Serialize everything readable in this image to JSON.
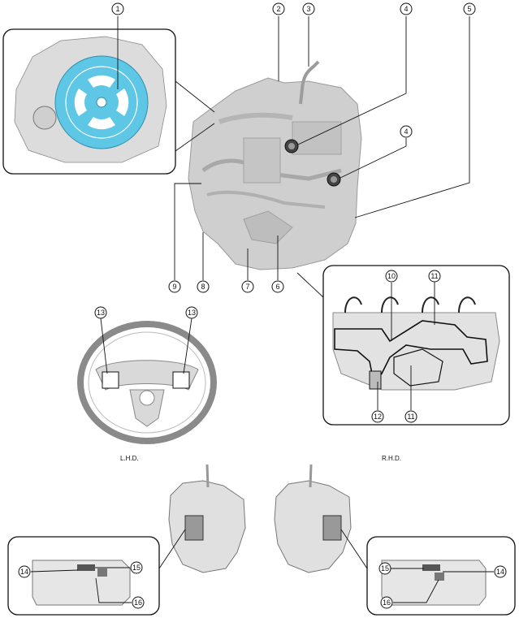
{
  "callouts": {
    "c1": "1",
    "c2": "2",
    "c3": "3",
    "c4": "4",
    "c5": "5",
    "c6": "6",
    "c7": "7",
    "c8": "8",
    "c9": "9",
    "c10": "10",
    "c11": "11",
    "c12": "12",
    "c13": "13",
    "c14": "14",
    "c15": "15",
    "c16": "16"
  },
  "labels": {
    "lhd": "L.H.D.",
    "rhd": "R.H.D."
  },
  "colors": {
    "flexplate": "#5ec7e6",
    "housing": "#c8c8c8",
    "outline": "#222222"
  }
}
